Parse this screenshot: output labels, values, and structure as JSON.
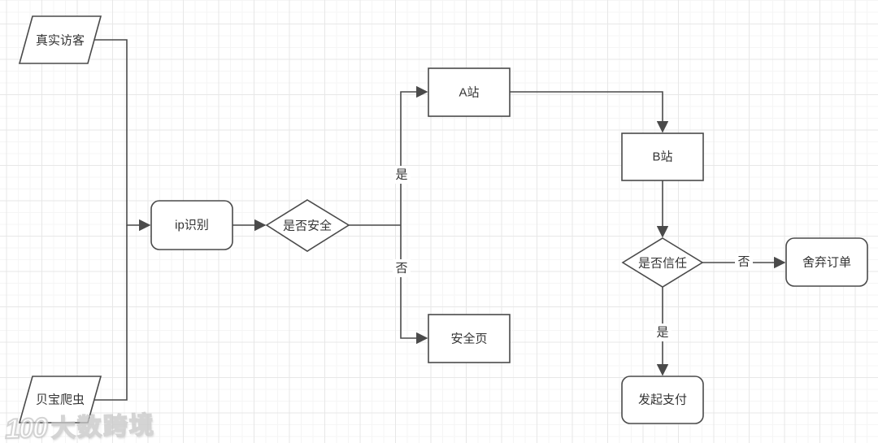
{
  "theme": {
    "stroke-color": "#4a4a4a",
    "text-color": "#333333",
    "node-fill": "#ffffff",
    "grid-major": "#e7e7e7",
    "grid-minor": "#f5f5f5",
    "canvas-bg": "#ffffff",
    "watermark-color": "#c6c6c6"
  },
  "flowchart": {
    "nodes": [
      {
        "id": "real-visitor",
        "type": "parallelogram",
        "label": "真实访客"
      },
      {
        "id": "paypal-crawler",
        "type": "parallelogram",
        "label": "贝宝爬虫"
      },
      {
        "id": "ip-recognition",
        "type": "rounded-rect",
        "label": "ip识别"
      },
      {
        "id": "is-safe",
        "type": "diamond",
        "label": "是否安全"
      },
      {
        "id": "site-a",
        "type": "rect",
        "label": "A站"
      },
      {
        "id": "site-b",
        "type": "rect",
        "label": "B站"
      },
      {
        "id": "safe-page",
        "type": "rect",
        "label": "安全页"
      },
      {
        "id": "is-trusted",
        "type": "diamond",
        "label": "是否信任"
      },
      {
        "id": "abandon-order",
        "type": "rounded-rect",
        "label": "舍弃订单"
      },
      {
        "id": "initiate-payment",
        "type": "rounded-rect",
        "label": "发起支付"
      }
    ],
    "edge_labels": {
      "safe_yes": "是",
      "safe_no": "否",
      "trust_no": "否",
      "trust_yes": "是"
    }
  },
  "watermark": {
    "logo": "100",
    "text": "大数跨境"
  }
}
